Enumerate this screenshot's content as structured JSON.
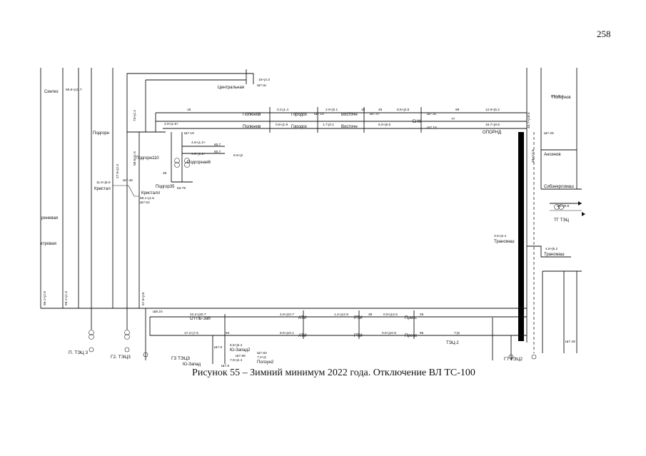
{
  "page_number": "258",
  "caption": "Рисунок 55 – Зимний минимум 2022 года. Отключение ВЛ ТС-100",
  "colors": {
    "line": "#111111",
    "bold_bus": "#000000",
    "background": "#ffffff"
  },
  "icons": [
    "transformer-icon",
    "generator-icon",
    "arrow-icon"
  ],
  "nodes": {
    "sintez": "Синтез",
    "podgorn": "Подгорн",
    "podgorn110": "Подгорн110",
    "podgornaya6": "Подгорная6",
    "podgor35": "Подгор35",
    "kristall_left": "Кристал",
    "kristall": "Кристалл",
    "centralnaya": "Центральная",
    "polyunov_top": "Полюнов",
    "polyunov_bot": "Полюнов",
    "gorodsk_top": "Городск",
    "gorodsk_bot": "Городск",
    "vostochn_top": "Восточн",
    "vostochn_bot": "Восточн",
    "bnk": "БНК",
    "oporn": "ОПОРНД",
    "ansinov": "Ансинов",
    "sibenergomash": "Сибэнергомаш",
    "polzunov": "Ползунов",
    "tg_tec": "ТГ  ТЭЦ",
    "transmash_left": "Трансмаш",
    "transmash_right": "Трансмаш",
    "strovaya": "ктровая",
    "renevaya": "реневая",
    "atp_top": "АТИ",
    "atp_bot": "АТИ",
    "rti_top": "РТИ",
    "rti_bot": "РТИ",
    "press_top": "Пресс",
    "press_bot": "Пресс",
    "otpb": "ОТПБ-Зап",
    "zapad2": "Ю-Запад2",
    "zapad": "Ю-Запад",
    "tec2": "ТЭЦ-2",
    "p_tec3": "П. ТЭЦ 3",
    "g2_tec3": "Г2. ТЭЦ3",
    "g3_tec3": "Г3  ТЭЦ3",
    "g7_tec2": "Г7  ТЭЦ2",
    "polzunov2": "Ползун2"
  },
  "flows": {
    "f1": "59.6+j10.7",
    "f2": "2.9+j1.8+",
    "f3": "4.8+j1.2+",
    "f4": "4.5+j1.2+",
    "f5": "8.5+j2",
    "f6": "11.5+j5.9",
    "f7": "58.1+j1.5",
    "f8": "0.2-j1.4",
    "f9": "2.9+j0.1",
    "f10": "8.8+j2.8",
    "f11": "12.9+j5.2",
    "f12": "0.8+j1.9",
    "f13": "1.7-j0.1",
    "f14": "6.9+j5.5",
    "f15": "16.7+j8.8",
    "f16": "22.2+j20.7",
    "f17": "17.2+j7.6",
    "f18": "4.8+j10.7",
    "f19": "8.8+j10.1",
    "f20": "1.4+j12.9",
    "f21": "0.9+j12.5",
    "f22": "0.5+j10.8",
    "f23": "7-j5",
    "f24": "3.5+j2.4",
    "f25": "4.8+j5.2",
    "f26": "8.5+j8.2",
    "f27": "0.5+j0.8",
    "f28": "15+j4.3",
    "f29": "6.8+j5.4",
    "f30": "7.8+j2.4",
    "f31": "7.2+j1",
    "f32": "27.5+j2.3",
    "f33": "58.5+j1.5",
    "f34": "73+j2.4",
    "f35": "57.5+j15",
    "f36": "45.7+j18.5",
    "f37": "48+j17.6",
    "f38": "56.1+j2.9",
    "f39": "59.1+j1.3"
  },
  "voltages": {
    "v1": "Ш7.Ш",
    "v2": "Ш7.18",
    "v3": "Ш7.47",
    "v4": "Ш7.2L",
    "v5": "Ш7.15",
    "v6": "Ш7.48",
    "v7": "Ш7.52",
    "v8": "Ш7.25",
    "v9": "Ш7.19",
    "v10": "Ш7.9",
    "v11": "Ш7.86",
    "v12": "Ш7.82",
    "v13": "Ш7.9",
    "v14": "60.7",
    "v15": "60.7",
    "v16": "63.79",
    "v17": "Ш8.24",
    "v18": "Ш7.48"
  },
  "branch_numbers": {
    "b1": "18",
    "b2": "99",
    "b3": "77",
    "b4": "15",
    "b5": "45",
    "b6": "28",
    "b7": "36",
    "b8": "94",
    "b9": "25",
    "b10": "85"
  }
}
